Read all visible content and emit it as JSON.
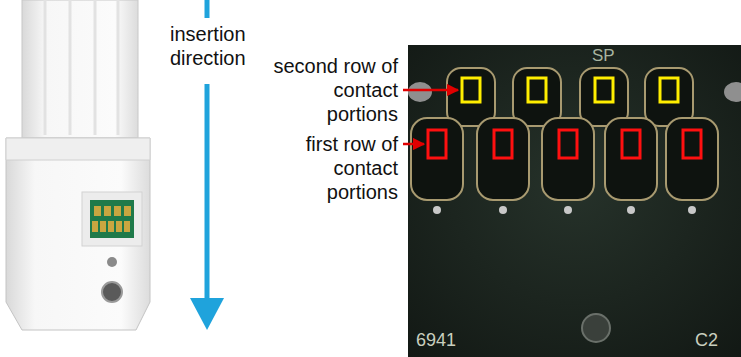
{
  "diagram": {
    "labels": [
      "insertion direction",
      "second row of contact portions",
      "first row of contact portions",
      "SP",
      "6941",
      "C2"
    ]
  }
}
